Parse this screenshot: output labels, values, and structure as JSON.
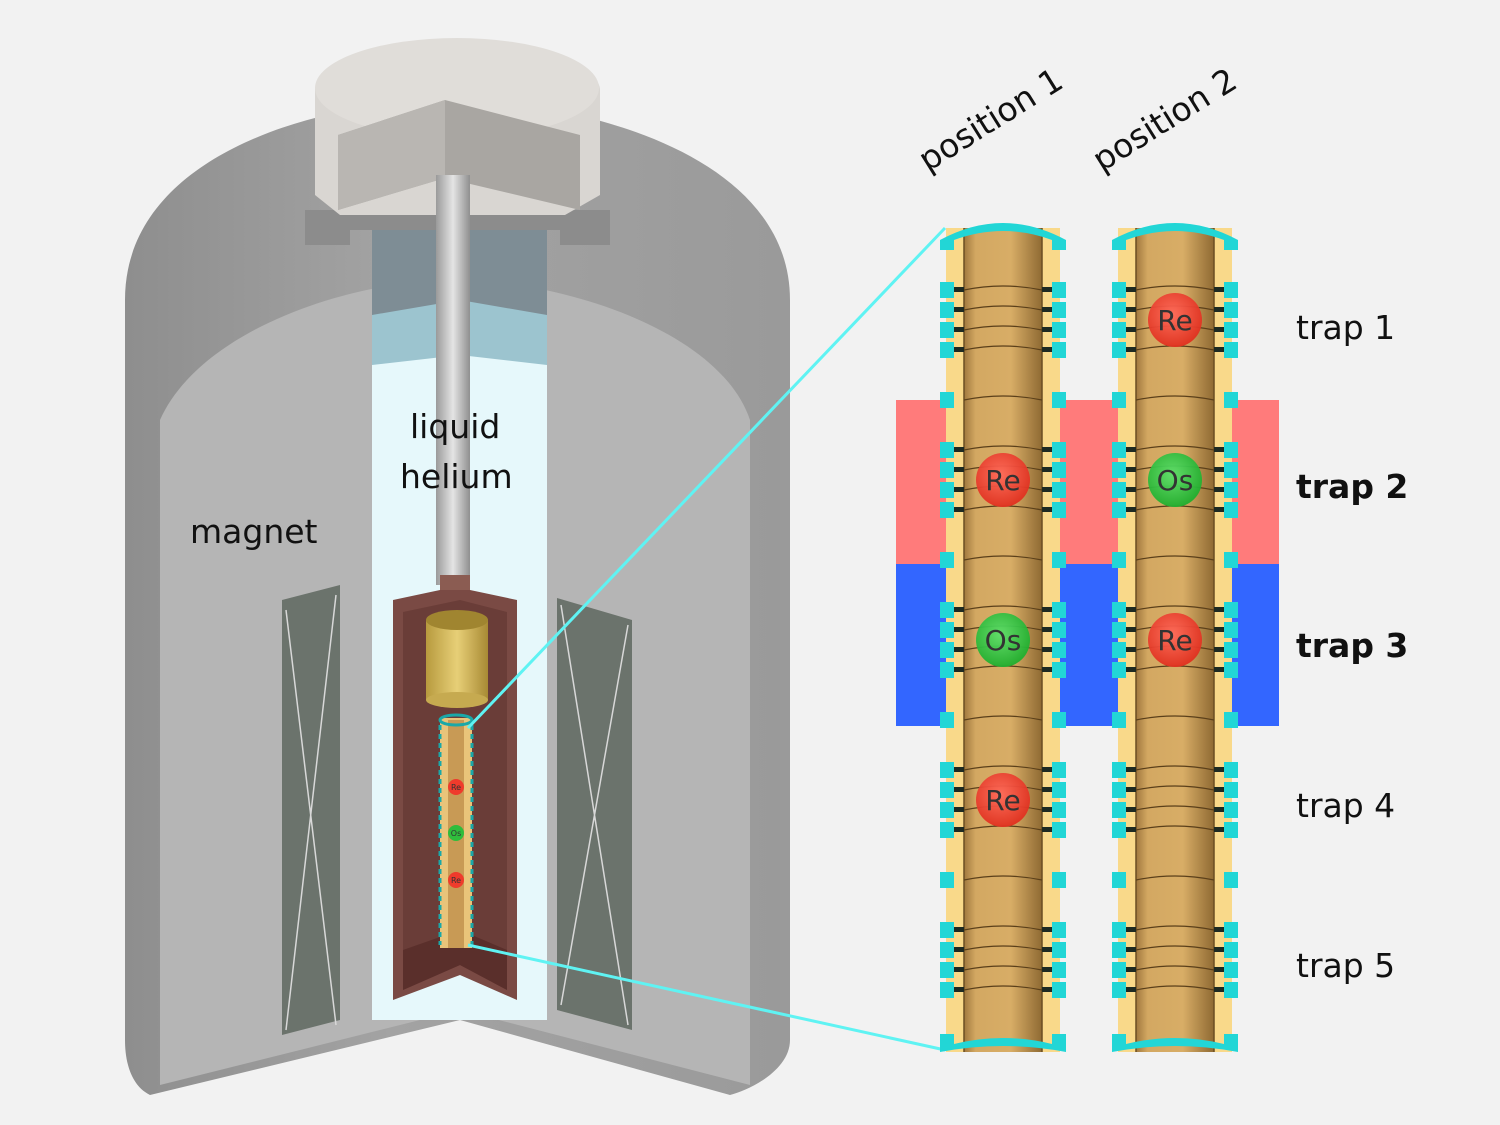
{
  "labels": {
    "magnet": "magnet",
    "liquid_helium_line1": "liquid",
    "liquid_helium_line2": "helium"
  },
  "positions": [
    {
      "label": "position 1",
      "ions": [
        "",
        "Re",
        "Os",
        "Re",
        ""
      ]
    },
    {
      "label": "position 2",
      "ions": [
        "Re",
        "Os",
        "Re",
        "",
        ""
      ]
    }
  ],
  "traps": [
    {
      "label": "trap 1",
      "highlight": "none",
      "bold": false
    },
    {
      "label": "trap 2",
      "highlight": "red",
      "bold": true
    },
    {
      "label": "trap 3",
      "highlight": "blue",
      "bold": true
    },
    {
      "label": "trap 4",
      "highlight": "none",
      "bold": false
    },
    {
      "label": "trap 5",
      "highlight": "none",
      "bold": false
    }
  ],
  "mini_stack_ions": [
    "Re",
    "Os",
    "Re"
  ],
  "colors": {
    "background": "#f2f2f2",
    "magnet_gray": "#a9a9a9",
    "coil": "#6b736c",
    "helium": "#e6f8fb",
    "copper": "#7a4a44",
    "electrode": "#f9d98a",
    "electrode_inner": "#d6a55c",
    "insulator": "#22d6d6",
    "re_ion": "#ef3b2c",
    "os_ion": "#2fbd3c",
    "trap2_highlight": "#ff7b7b",
    "trap3_highlight": "#3366ff",
    "zoom_line": "#5ff3f3"
  }
}
